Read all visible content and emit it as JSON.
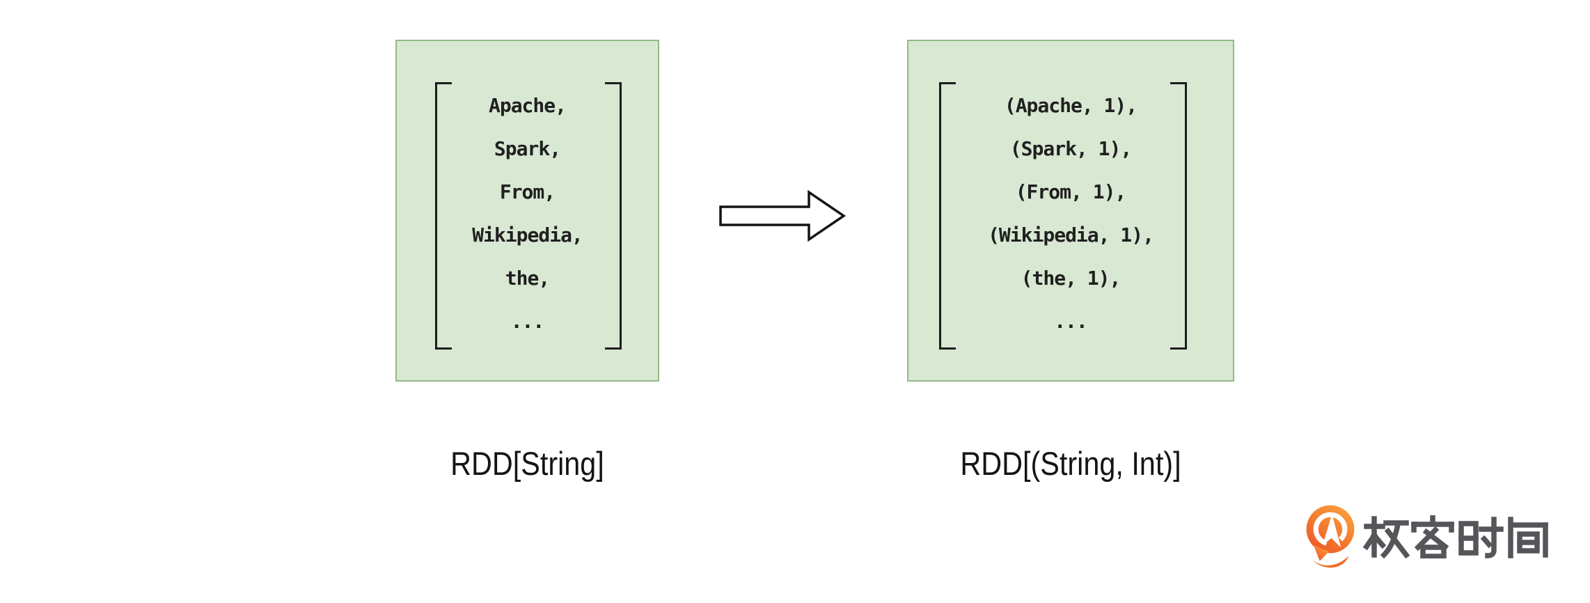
{
  "diagram": {
    "left_box": {
      "items": [
        "Apache,",
        "Spark,",
        "From,",
        "Wikipedia,",
        "the,",
        "..."
      ],
      "label": "RDD[String]",
      "fill": "#d8e8d2",
      "border": "#95b884",
      "bracket_color": "#1d1d1d",
      "text_color": "#202020"
    },
    "right_box": {
      "items": [
        "(Apache, 1),",
        "(Spark, 1),",
        "(From, 1),",
        "(Wikipedia, 1),",
        "(the, 1),",
        "..."
      ],
      "label": "RDD[(String, Int)]",
      "fill": "#d8e8d2",
      "border": "#95b884",
      "bracket_color": "#1d1d1d",
      "text_color": "#202020"
    },
    "arrow": {
      "direction": "right",
      "fill": "#ffffff",
      "stroke": "#141414"
    }
  },
  "branding": {
    "logo_text": "极客时间",
    "logo_text_color": "#54565a",
    "icon_color_start": "#fba33f",
    "icon_color_end": "#ee5623",
    "icon_smile_color": "#f3691d"
  }
}
